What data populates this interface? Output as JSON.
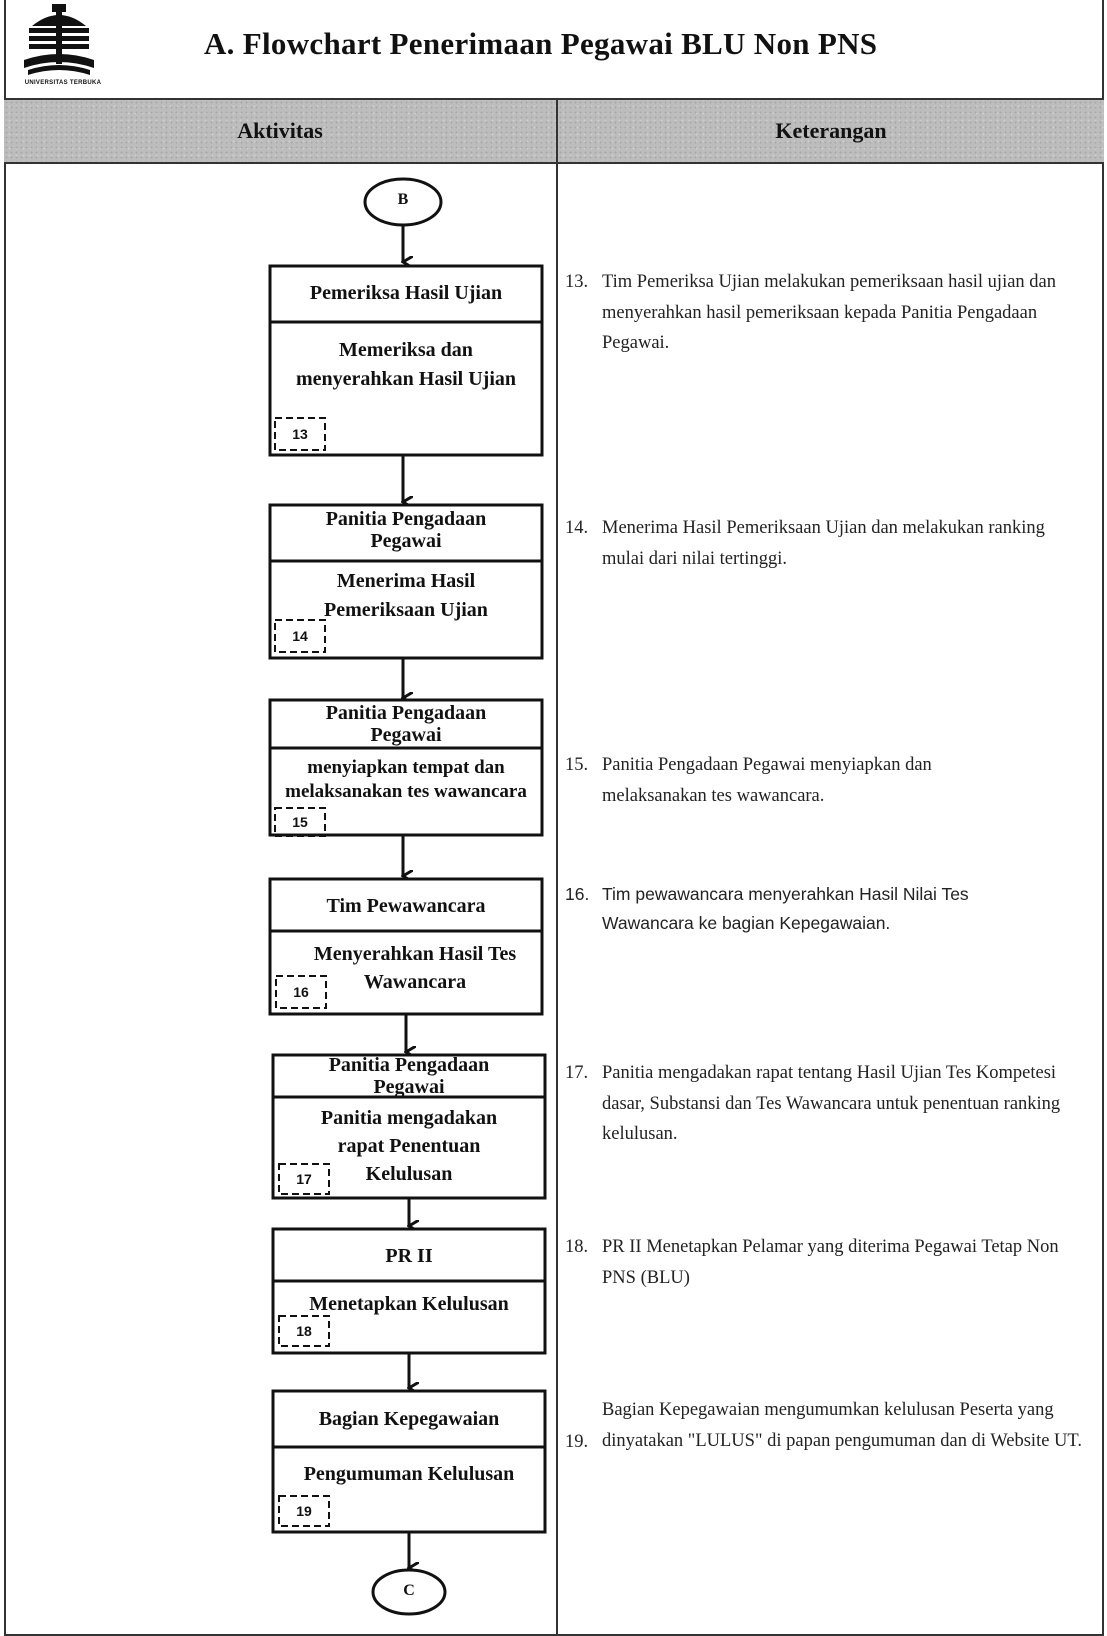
{
  "title": "A. Flowchart Penerimaan Pegawai BLU Non PNS",
  "logo_text": "UNIVERSITAS TERBUKA",
  "columns": {
    "left": "Aktivitas",
    "right": "Keterangan"
  },
  "connectors": {
    "start": "B",
    "end": "C"
  },
  "steps": [
    {
      "no": "13",
      "actor": "Pemeriksa Hasil Ujian",
      "activity": "Memeriksa dan menyerahkan Hasil Ujian",
      "note_no": "13.",
      "note": "Tim Pemeriksa Ujian melakukan pemeriksaan hasil ujian dan menyerahkan hasil pemeriksaan kepada Panitia Pengadaan Pegawai."
    },
    {
      "no": "14",
      "actor": "Panitia Pengadaan Pegawai",
      "activity": "Menerima Hasil Pemeriksaan Ujian",
      "note_no": "14.",
      "note": "Menerima Hasil Pemeriksaan Ujian dan melakukan ranking mulai dari nilai tertinggi."
    },
    {
      "no": "15",
      "actor": "Panitia Pengadaan Pegawai",
      "activity": "menyiapkan tempat dan melaksanakan tes wawancara",
      "note_no": "15.",
      "note": "Panitia Pengadaan Pegawai menyiapkan dan melaksanakan tes wawancara."
    },
    {
      "no": "16",
      "actor": "Tim Pewawancara",
      "activity": "Menyerahkan Hasil Tes Wawancara",
      "note_no": "16.",
      "note": "Tim pewawancara menyerahkan Hasil Nilai Tes Wawancara ke bagian Kepegawaian."
    },
    {
      "no": "17",
      "actor": "Panitia Pengadaan Pegawai",
      "activity": "Panitia mengadakan rapat Penentuan Kelulusan",
      "note_no": "17.",
      "note": "Panitia mengadakan rapat tentang Hasil Ujian Tes Kompetesi dasar, Substansi dan Tes Wawancara untuk penentuan ranking kelulusan."
    },
    {
      "no": "18",
      "actor": "PR II",
      "activity": "Menetapkan Kelulusan",
      "note_no": "18.",
      "note": "PR II Menetapkan Pelamar yang diterima Pegawai Tetap Non PNS (BLU)"
    },
    {
      "no": "19",
      "actor": "Bagian Kepegawaian",
      "activity": "Pengumuman Kelulusan",
      "note_no": "19.",
      "note": "Bagian Kepegawaian mengumumkan kelulusan Peserta yang dinyatakan \"LULUS\" di papan pengumuman dan di Website UT."
    }
  ]
}
